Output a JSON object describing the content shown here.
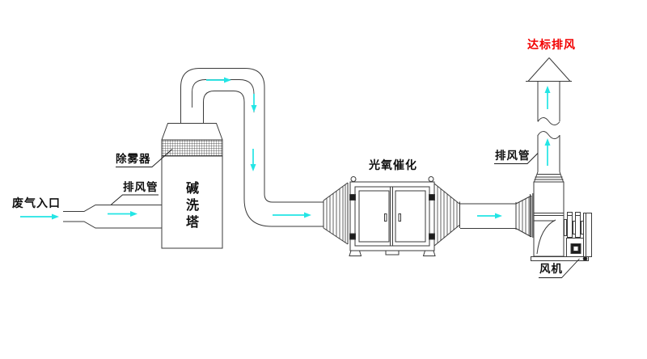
{
  "diagram": {
    "type": "waste-gas-treatment-process-flow",
    "labels": {
      "waste_gas_inlet": "废气入口",
      "exhaust_duct_left": "排风管",
      "demister": "除雾器",
      "alkali_scrubber_tower": "碱洗塔",
      "photo_oxygen_catalysis": "光氧催化",
      "exhaust_duct_right": "排风管",
      "compliant_exhaust": "达标排风",
      "fan": "风机"
    },
    "colors": {
      "line": "#3a3a3a",
      "flow_arrow": "#23e5e5",
      "compliant_exhaust_text": "#f20000"
    }
  }
}
